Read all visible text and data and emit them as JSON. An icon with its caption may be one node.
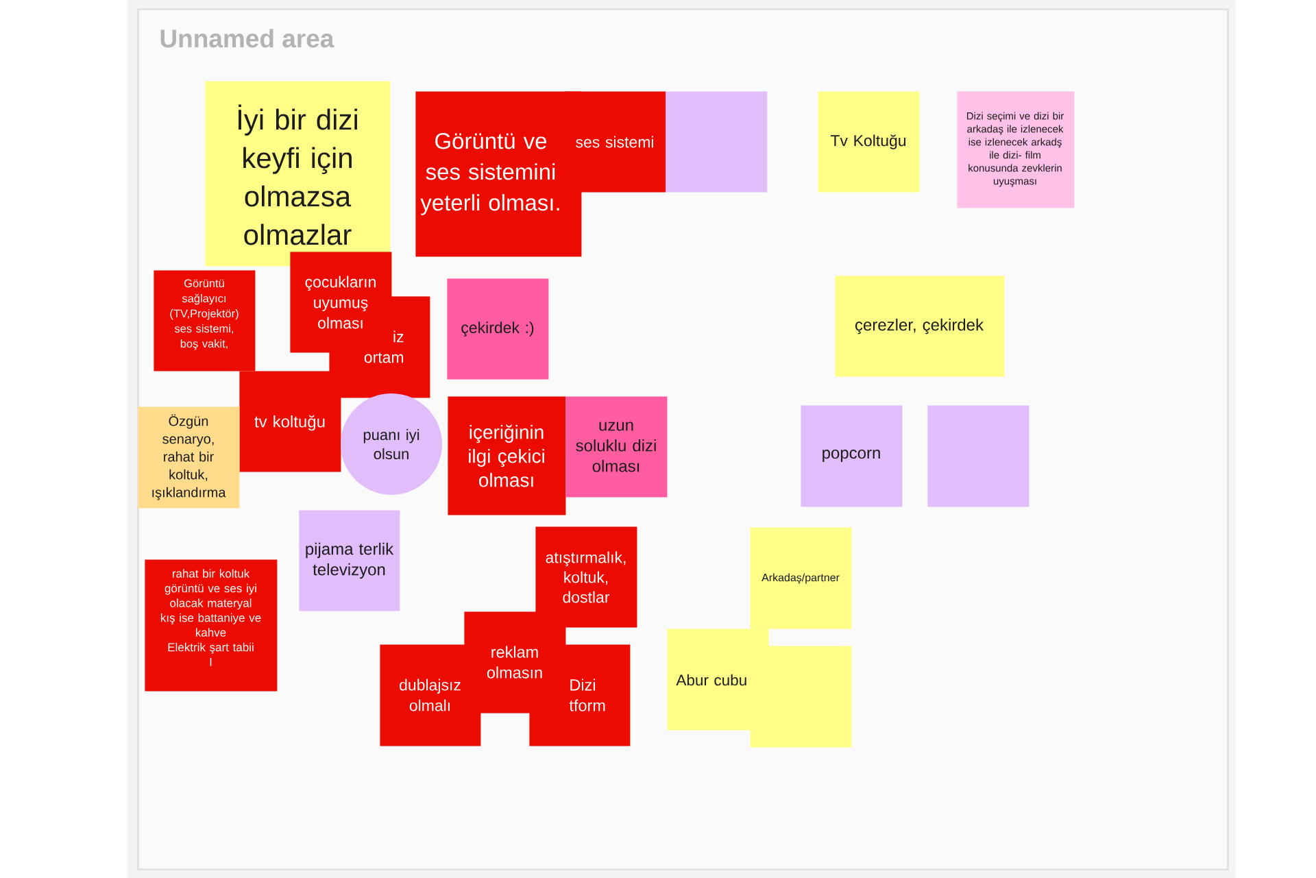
{
  "diagram": {
    "nodes": [
      {
        "text": [
          "Unnamed area"
        ]
      },
      {
        "text": [
          "İyi bir dizi keyfi için olmazsa olmazlar"
        ],
        "in": 0
      },
      {
        "text": [
          "Görüntü ve ses sistemini yeterli olması."
        ],
        "in": 0
      },
      {
        "text": [
          "ses sistemi"
        ],
        "in": 0
      },
      {
        "text": [],
        "shape": "box",
        "in": 0
      },
      {
        "text": [
          "Tv Koltuğu"
        ],
        "in": 0
      },
      {
        "text": [
          "Dizi seçimi ve dizi bir arkadaş ile izlenecek ise izlenecek arkadş ile dizi- film konusunda zevklerin uyuşması"
        ],
        "in": 0
      },
      {
        "text": [
          "Görüntü sağlayıcı (TV,Projektör) ses sistemi, boş vakit,"
        ],
        "in": 0
      },
      {
        "text": [
          "çocukların uyumuş olması"
        ],
        "in": 0
      },
      {
        "text": [
          "iz ortam"
        ],
        "in": 0
      },
      {
        "text": [
          "çekirdek :)"
        ],
        "in": 0
      },
      {
        "text": [
          "çerezler, çekirdek"
        ],
        "in": 0
      },
      {
        "text": [
          "Özgün senaryo, rahat bir koltuk, ışıklandırma"
        ],
        "in": 0
      },
      {
        "text": [
          "tv koltuğu"
        ],
        "in": 0
      },
      {
        "text": [
          "puanı iyi olsun"
        ],
        "in": 0
      },
      {
        "text": [
          "içeriğinin ilgi çekici olması"
        ],
        "in": 0
      },
      {
        "text": [
          "uzun soluklu dizi olması"
        ],
        "in": 0
      },
      {
        "text": [
          "popcorn"
        ],
        "in": 0
      },
      {
        "text": [],
        "shape": "box",
        "in": 0
      },
      {
        "text": [
          "rahat bir koltuk görüntü ve ses iyi olacak materyal kış ise battaniye ve kahve Elektrik şart tabii I"
        ],
        "in": 0
      },
      {
        "text": [
          "pijama terlik televizyon"
        ],
        "in": 0
      },
      {
        "text": [
          "atıştırmalık, koltuk, dostlar"
        ],
        "in": 0
      },
      {
        "text": [
          "dublajsız olmalı"
        ],
        "in": 0
      },
      {
        "text": [
          "reklam olmasın"
        ],
        "in": 0
      },
      {
        "text": [
          "Dizi tform"
        ],
        "in": 0
      },
      {
        "text": [
          "Arkadaş/partner"
        ],
        "in": 0
      },
      {
        "text": [
          "Abur cubu"
        ],
        "in": 0
      },
      {
        "text": [],
        "shape": "box",
        "in": 0
      }
    ]
  }
}
